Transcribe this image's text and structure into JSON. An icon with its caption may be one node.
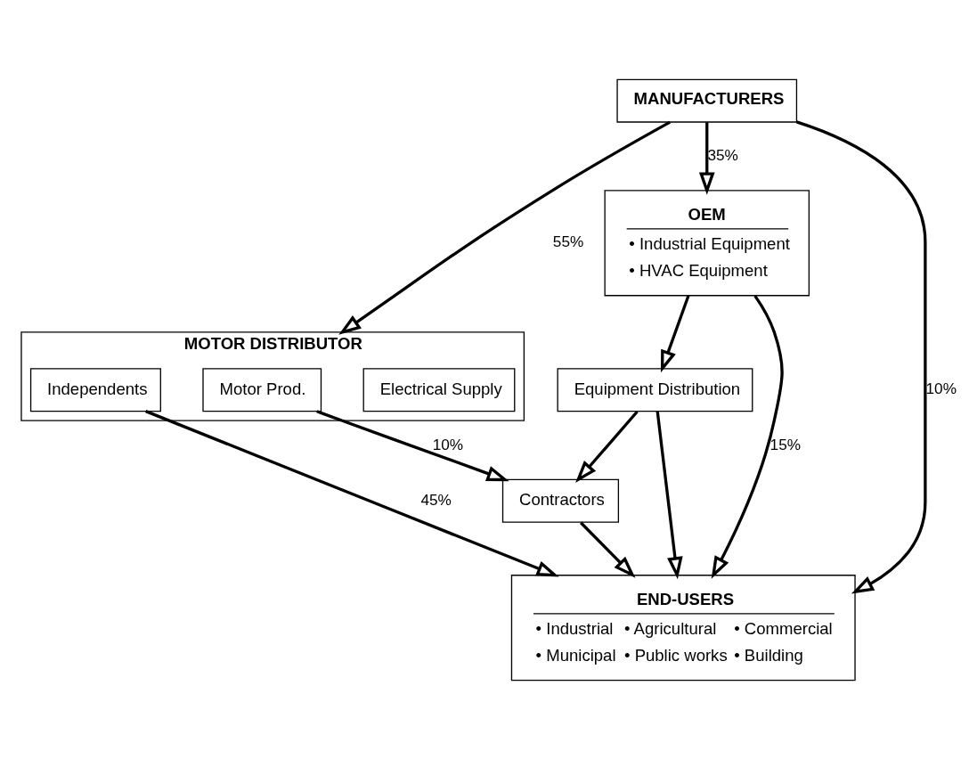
{
  "diagram": {
    "nodes": [
      {
        "text": [
          "MANUFACTURERS"
        ]
      },
      {
        "text": [
          "OEM",
          "• Industrial Equipment",
          "• HVAC Equipment"
        ]
      },
      {
        "text": [
          "Equipment Distribution"
        ]
      },
      {
        "text": [
          "MOTOR DISTRIBUTOR"
        ]
      },
      {
        "text": [
          "Electrical Supply"
        ],
        "in": 3
      },
      {
        "text": [
          "Motor Prod."
        ],
        "in": 3
      },
      {
        "text": [
          "Independents"
        ],
        "in": 3
      },
      {
        "text": [
          "Contractors"
        ]
      },
      {
        "text": [
          "END-USERS",
          "• Industrial",
          "• Agricultural",
          "• Commercial",
          "• Municipal",
          "• Public works",
          "• Building"
        ]
      }
    ],
    "edges": [
      {
        "from": 0,
        "to": 8,
        "arrow": "to",
        "label": "10%"
      },
      {
        "from": 0,
        "to": 1,
        "arrow": "to",
        "label": "35%"
      },
      {
        "from": 0,
        "to": 3,
        "arrow": "to",
        "label": "55%"
      },
      {
        "from": 1,
        "to": 8,
        "arrow": "to",
        "label": "15%"
      },
      {
        "from": 1,
        "to": 2,
        "arrow": "to"
      },
      {
        "from": 2,
        "to": 8,
        "arrow": "to"
      },
      {
        "from": 2,
        "to": 7,
        "arrow": "to"
      },
      {
        "from": 5,
        "to": 7,
        "arrow": "to",
        "label": "10%"
      },
      {
        "from": 6,
        "to": 8,
        "arrow": "to",
        "label": "45%"
      },
      {
        "from": 7,
        "to": 8,
        "arrow": "to"
      }
    ]
  }
}
